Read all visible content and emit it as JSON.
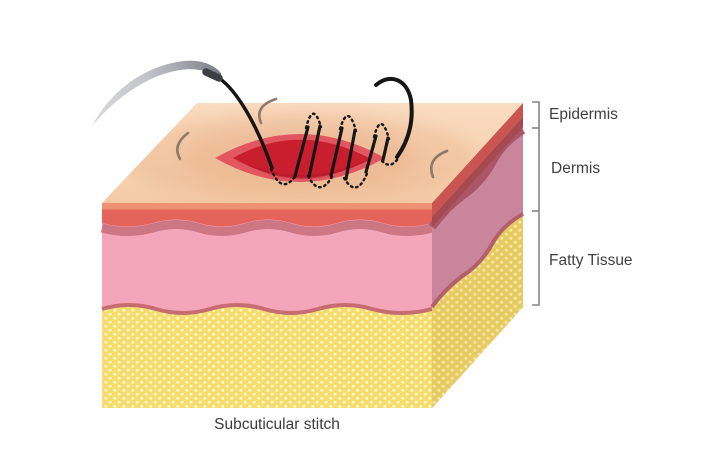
{
  "illustration": {
    "caption": "Subcuticular stitch",
    "labels": {
      "epidermis": "Epidermis",
      "dermis": "Dermis",
      "fatty": "Fatty Tissue"
    },
    "colors": {
      "background": "#ffffff",
      "skin_top_light": "#fadcc0",
      "skin_top_dark": "#f4cba6",
      "epidermis_front": "#e4635b",
      "epidermis_front_highlight": "#ee9175",
      "dermis_front": "#f5a5ba",
      "dermis_wavy_band": "#cd7684",
      "fatty_front": "#f6dc69",
      "fatty_border": "#c76d72",
      "epidermis_side_bright": "#c95450",
      "epidermis_side_dark": "#a54a4f",
      "dermis_side": "#c9859b",
      "fatty_side": "#e8cb5f",
      "fatty_side_border": "#b2606c",
      "wound_outer": "#e2575f",
      "wound_inner": "#c81e2e",
      "thread": "#161616",
      "needle_silver": "#b9bac0",
      "needle_swage": "#3e3f45",
      "hair": "#8d7b69",
      "bracket": "#858585",
      "label_text": "#3f3f3f"
    }
  }
}
